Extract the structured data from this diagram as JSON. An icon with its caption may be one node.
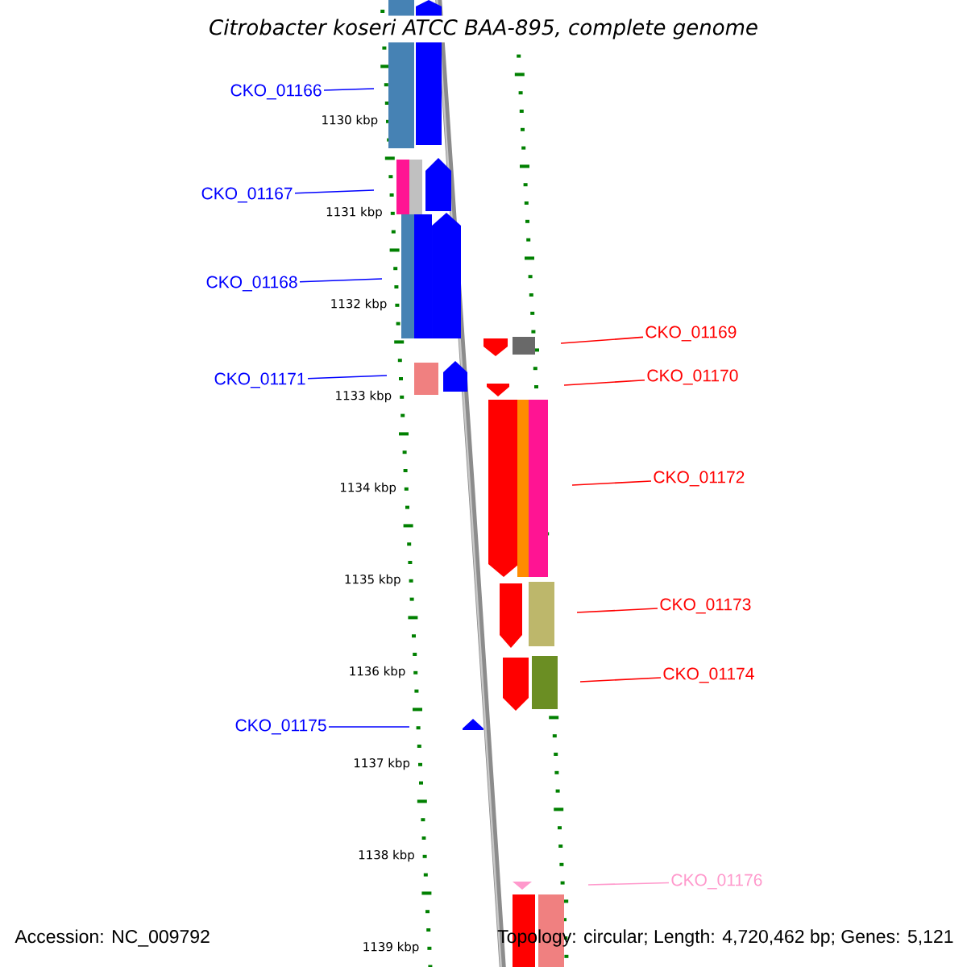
{
  "diagram": {
    "title": "Citrobacter koseri ATCC BAA-895, complete genome",
    "nodes": [
      {
        "text": [
          "CKO_01166"
        ]
      },
      {
        "text": [
          "CKO_01167"
        ]
      },
      {
        "text": [
          "CKO_01168"
        ]
      },
      {
        "text": [
          "CKO_01171"
        ]
      },
      {
        "text": [
          "CKO_01169"
        ]
      },
      {
        "text": [
          "CKO_01170"
        ]
      },
      {
        "text": [
          "CKO_01172"
        ]
      },
      {
        "text": [
          "CKO_01173"
        ]
      },
      {
        "text": [
          "CKO_01174"
        ]
      },
      {
        "text": [
          "CKO_01175"
        ]
      },
      {
        "text": [
          "CKO_01176"
        ]
      }
    ],
    "edges": [
      {
        "from": 0,
        "to": null,
        "arrow": "none",
        "color": "#0000ff"
      },
      {
        "from": 1,
        "to": null,
        "arrow": "none",
        "color": "#0000ff"
      },
      {
        "from": 2,
        "to": null,
        "arrow": "none",
        "color": "#0000ff"
      },
      {
        "from": 3,
        "to": null,
        "arrow": "none",
        "color": "#0000ff"
      },
      {
        "from": 4,
        "to": null,
        "arrow": "none",
        "color": "#ff0000"
      },
      {
        "from": 5,
        "to": null,
        "arrow": "none",
        "color": "#ff0000"
      },
      {
        "from": 6,
        "to": null,
        "arrow": "none",
        "color": "#ff0000"
      },
      {
        "from": 7,
        "to": null,
        "arrow": "none",
        "color": "#ff0000"
      },
      {
        "from": 8,
        "to": null,
        "arrow": "none",
        "color": "#ff0000"
      },
      {
        "from": 9,
        "to": null,
        "arrow": "none",
        "color": "#0000ff"
      },
      {
        "from": 10,
        "to": null,
        "arrow": "none",
        "color": "#ff99cc"
      }
    ],
    "labels": [
      "1130 kbp",
      "1131 kbp",
      "1132 kbp",
      "1133 kbp",
      "1134 kbp",
      "1135 kbp",
      "1136 kbp",
      "1137 kbp",
      "1138 kbp",
      "1139 kbp",
      "Accession: NC_009792",
      "Topology: circular; Length: 4,720,462 bp; Genes: 5,121"
    ]
  }
}
